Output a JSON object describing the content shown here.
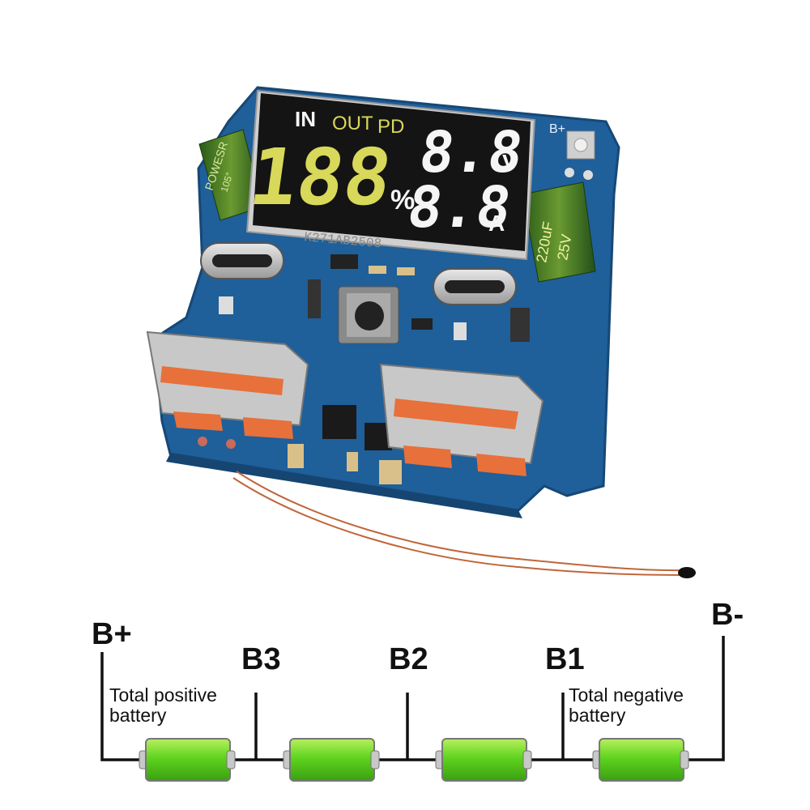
{
  "board": {
    "display": {
      "in_label": "IN",
      "out_label": "OUT",
      "pd_label": "PD",
      "percent_digits": "188",
      "percent_symbol": "%",
      "voltage_digits": "8.8",
      "voltage_unit": "V",
      "current_digits": "8.8",
      "current_unit": "A"
    },
    "bplus_silk": "B+",
    "cap_right": {
      "line1": "220uF",
      "line2": "25V"
    },
    "cap_left": {
      "line1": "POWESR",
      "line2": "105°"
    },
    "lcd_code": "K271AB2508"
  },
  "diagram": {
    "b_plus": "B+",
    "b3": "B3",
    "b2": "B2",
    "b1": "B1",
    "b_minus": "B-",
    "positive_note_line1": "Total positive",
    "positive_note_line2": "battery",
    "negative_note_line1": "Total negative",
    "negative_note_line2": "battery"
  },
  "colors": {
    "pcb": "#1f5f9a",
    "lcd_bg": "#141414",
    "seg_yellow": "#d8d85a",
    "seg_white": "#f5f5f5",
    "usb_orange": "#e8703a",
    "battery_green": "#5fd41e",
    "wire_copper": "#c0663a"
  }
}
